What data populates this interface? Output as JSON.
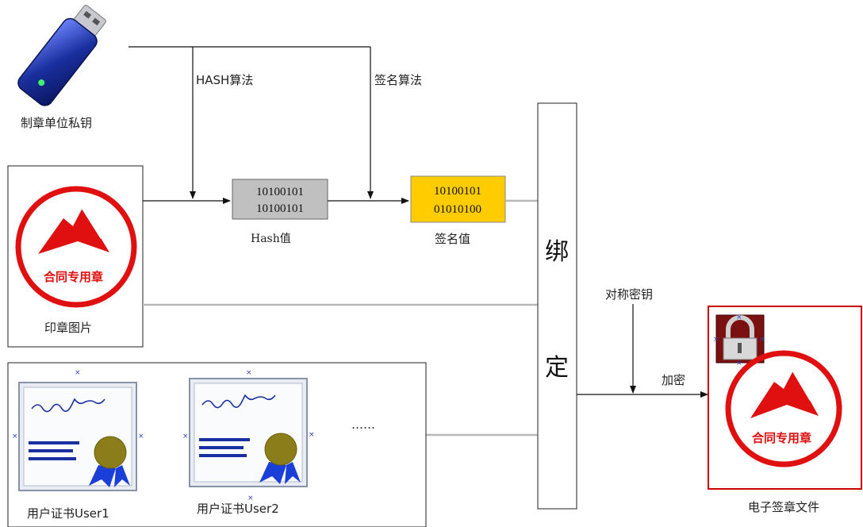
{
  "labels": {
    "private_key": "制章单位私钥",
    "hash_algo": "HASH算法",
    "sign_algo": "签名算法",
    "hash_value": "Hash值",
    "sign_value": "签名值",
    "seal_image": "印章图片",
    "bind": [
      "绑",
      "定"
    ],
    "sym_key": "对称密钥",
    "encrypt": "加密",
    "output_file": "电子签章文件",
    "cert1": "用户证书User1",
    "cert2": "用户证书User2",
    "ellipsis": "……"
  },
  "boxes": {
    "hash_bits": [
      "10100101",
      "10100101"
    ],
    "sign_bits": [
      "10100101",
      "01010100"
    ]
  },
  "seal": {
    "text": "合同专用章",
    "color": "#e01010"
  },
  "colors": {
    "hash_box": "#c0c0c0",
    "sign_box": "#ffcc00",
    "output_border": "#cc0000",
    "ribbon": "#1a3fd8",
    "medal": "#8b7d1a",
    "usb": "#1a2f9e",
    "connector": "#b8b8b8"
  },
  "icons": [
    "usb-key-icon",
    "seal-icon",
    "lock-icon",
    "certificate-icon"
  ]
}
